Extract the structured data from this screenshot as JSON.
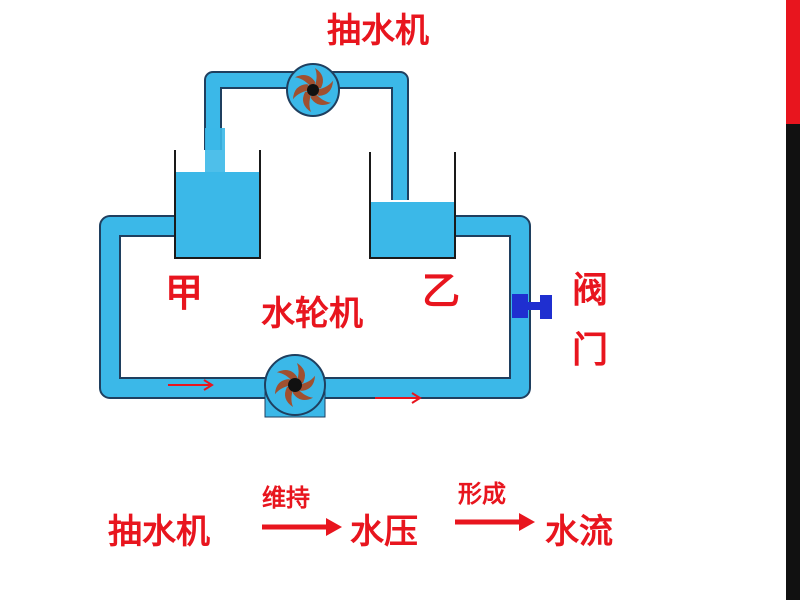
{
  "colors": {
    "pipe": "#3bb8e8",
    "pipe_outline": "#1f3f5f",
    "water": "#3bb8e8",
    "label": "#e8151e",
    "arrow": "#e8151e",
    "turbine_blade": "#a05030",
    "valve": "#1f2fd0",
    "edge_red": "#e8151e",
    "edge_black": "#111111"
  },
  "diagram": {
    "pump_label": "抽水机",
    "container_left_label": "甲",
    "container_right_label": "乙",
    "turbine_label": "水轮机",
    "valve_label_line1": "阀",
    "valve_label_line2": "门",
    "pump_icon": "pump-impeller-icon",
    "turbine_icon": "turbine-impeller-icon",
    "valve_icon": "valve-icon"
  },
  "flow_chain": {
    "step1": "抽水机",
    "arrow1_label": "维持",
    "step2": "水压",
    "arrow2_label": "形成",
    "step3": "水流"
  }
}
